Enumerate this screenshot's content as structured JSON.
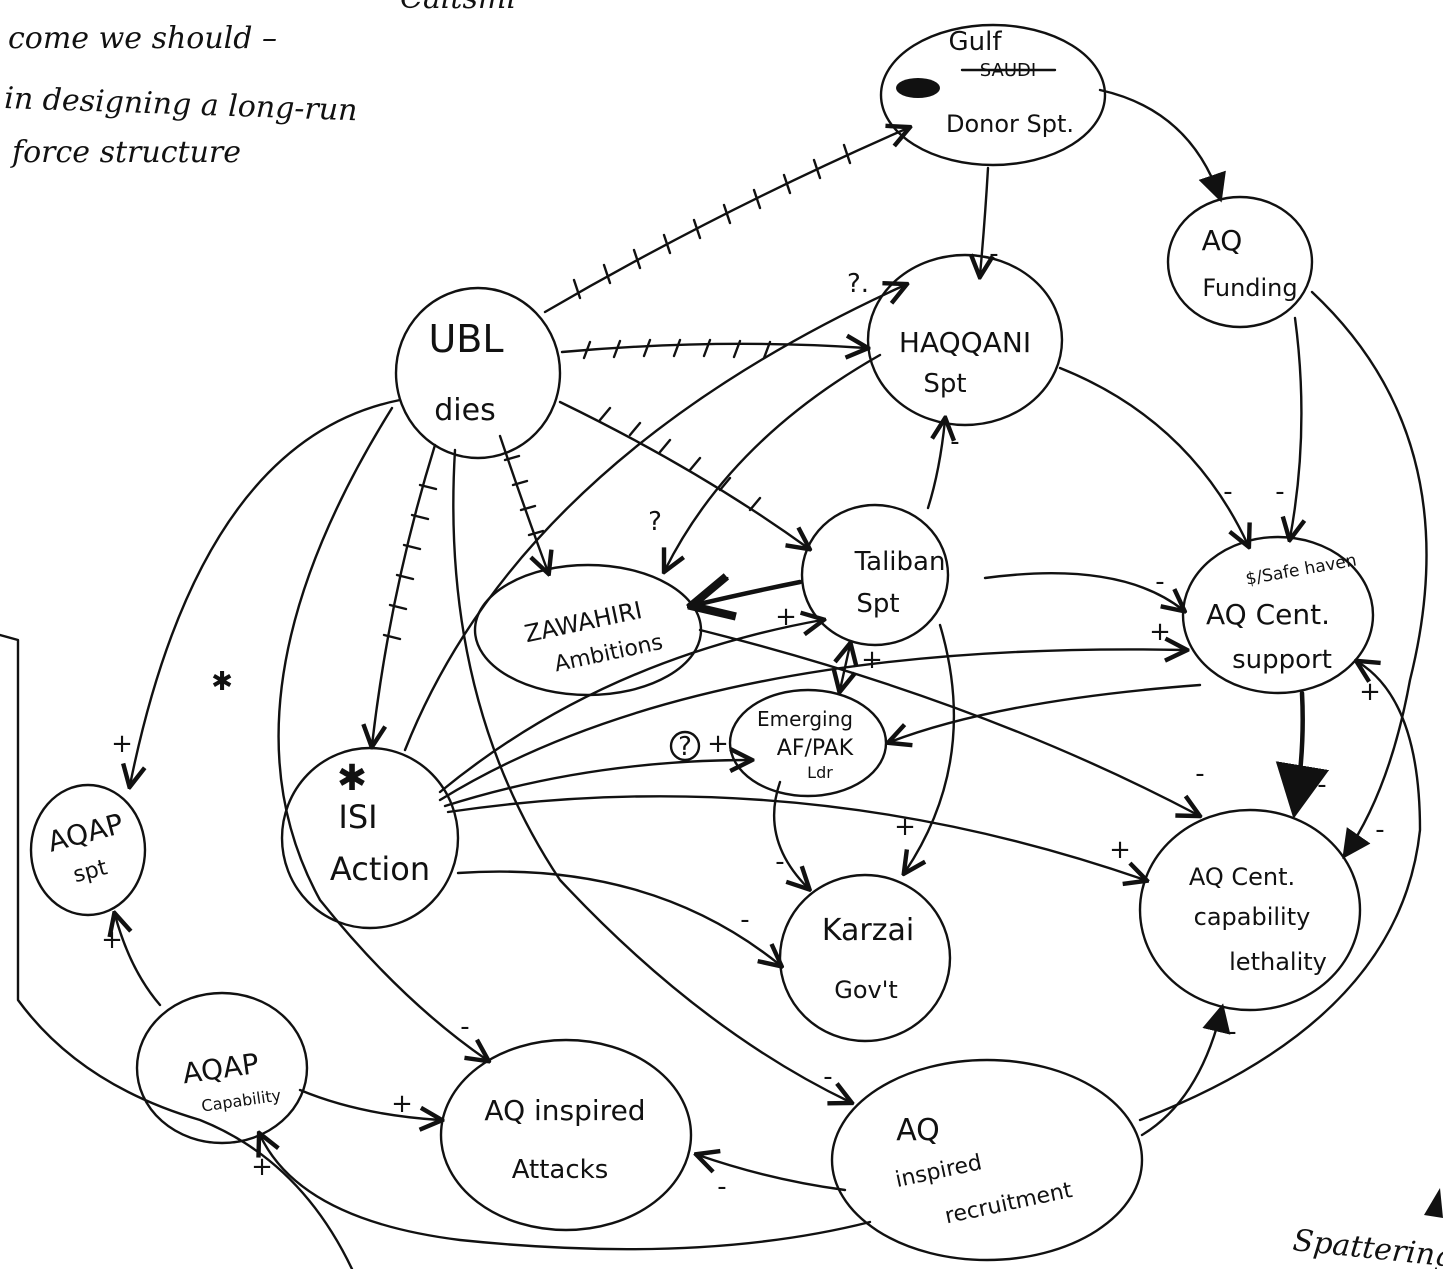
{
  "header": {
    "top_cut": "Caltsmi",
    "note_lines": [
      "come we should  –",
      "in designing a long-run",
      "force structure"
    ],
    "corner_note": "Spattering"
  },
  "nodes": {
    "gulf": {
      "line1": "Gulf",
      "line2": "Donor Spt.",
      "struck": "SAUDI"
    },
    "aq_funding": {
      "line1": "AQ",
      "line2": "Funding"
    },
    "ubl": {
      "line1": "UBL",
      "line2": "dies"
    },
    "haqqani": {
      "line1": "HAQQANI",
      "line2": "Spt"
    },
    "taliban": {
      "line1": "Taliban",
      "line2": "Spt"
    },
    "zawahiri": {
      "line1": "ZAWAHIRI",
      "line2": "Ambitions"
    },
    "aq_cent_support": {
      "tag": "$/Safe haven",
      "line1": "AQ Cent.",
      "line2": "support"
    },
    "emerging": {
      "line1": "Emerging",
      "line2": "AF/PAK",
      "line3": "Ldr"
    },
    "isi": {
      "line1": "ISI",
      "line2": "Action"
    },
    "aqap_spt": {
      "line1": "AQAP",
      "line2": "spt"
    },
    "aq_cent_capability": {
      "line1": "AQ Cent.",
      "line2": "capability",
      "line3": "lethality"
    },
    "karzai": {
      "line1": "Karzai",
      "line2": "Gov't"
    },
    "aqap_capability": {
      "line1": "AQAP",
      "line2": "Capability"
    },
    "aq_inspired_attacks": {
      "line1": "AQ inspired",
      "line2": "Attacks"
    },
    "aq_inspired_recruitment": {
      "line1": "AQ",
      "line2": "inspired",
      "line3": "recruitment"
    }
  },
  "signs": {
    "plus": "+",
    "minus": "-",
    "question": "?",
    "question_dot": "?."
  }
}
